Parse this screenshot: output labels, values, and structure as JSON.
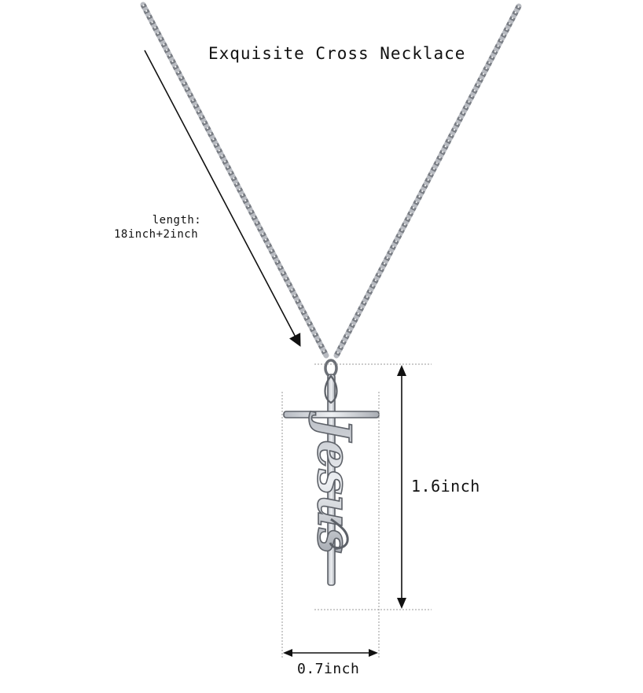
{
  "product": {
    "title": "Exquisite Cross Necklace",
    "length_label_line1": "length:",
    "length_label_line2": "18inch+2inch",
    "height_label": "1.6inch",
    "width_label": "0.7inch",
    "pendant_text": "Jesus"
  },
  "colors": {
    "background": "#ffffff",
    "chain": "#8d9198",
    "metal": "#c9ccd1",
    "metal_edge": "#5d6168",
    "annotation": "#111111",
    "guide": "#9a9a9a"
  },
  "icons": {
    "length_arrow": "arrow-down-right-icon",
    "height_arrow": "double-arrow-vertical-icon",
    "width_arrow": "double-arrow-horizontal-icon"
  }
}
